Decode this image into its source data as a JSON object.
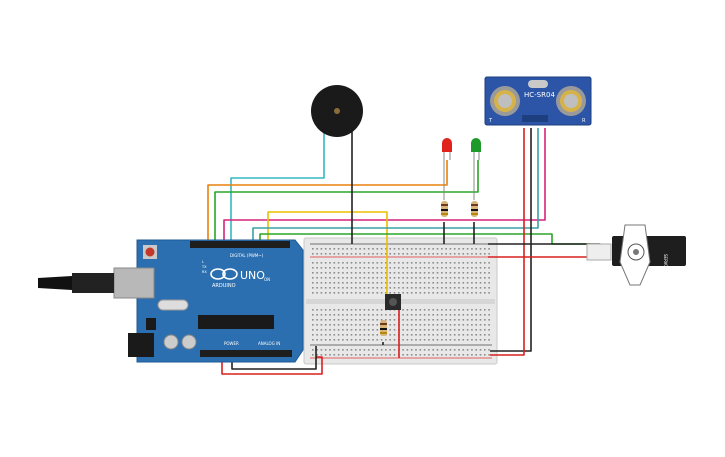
{
  "arduino": {
    "logo_text": "UNO",
    "brand_text": "ARDUINO",
    "digital_label": "DIGITAL (PWM~)",
    "power_label": "POWER",
    "analog_label": "ANALOG IN",
    "on_label": "ON",
    "tx_label": "TX",
    "rx_label": "RX",
    "l_label": "L"
  },
  "sensor": {
    "model_label": "HC-SR04",
    "pin_label_left": "T",
    "pin_label_right": "R"
  },
  "servo": {
    "label": "SERVO"
  },
  "colors": {
    "board_blue": "#2b6fb0",
    "sensor_blue": "#2c55a8",
    "wire_red": "#d8201f",
    "wire_black": "#222222",
    "wire_orange": "#e8820c",
    "wire_green": "#2aa52a",
    "wire_magenta": "#d6247a",
    "wire_yellow": "#e8c000",
    "wire_cyan": "#33b8c0",
    "wire_teal": "#3aa0a8",
    "led_red": "#e0241b",
    "led_green": "#1e9a2a"
  }
}
